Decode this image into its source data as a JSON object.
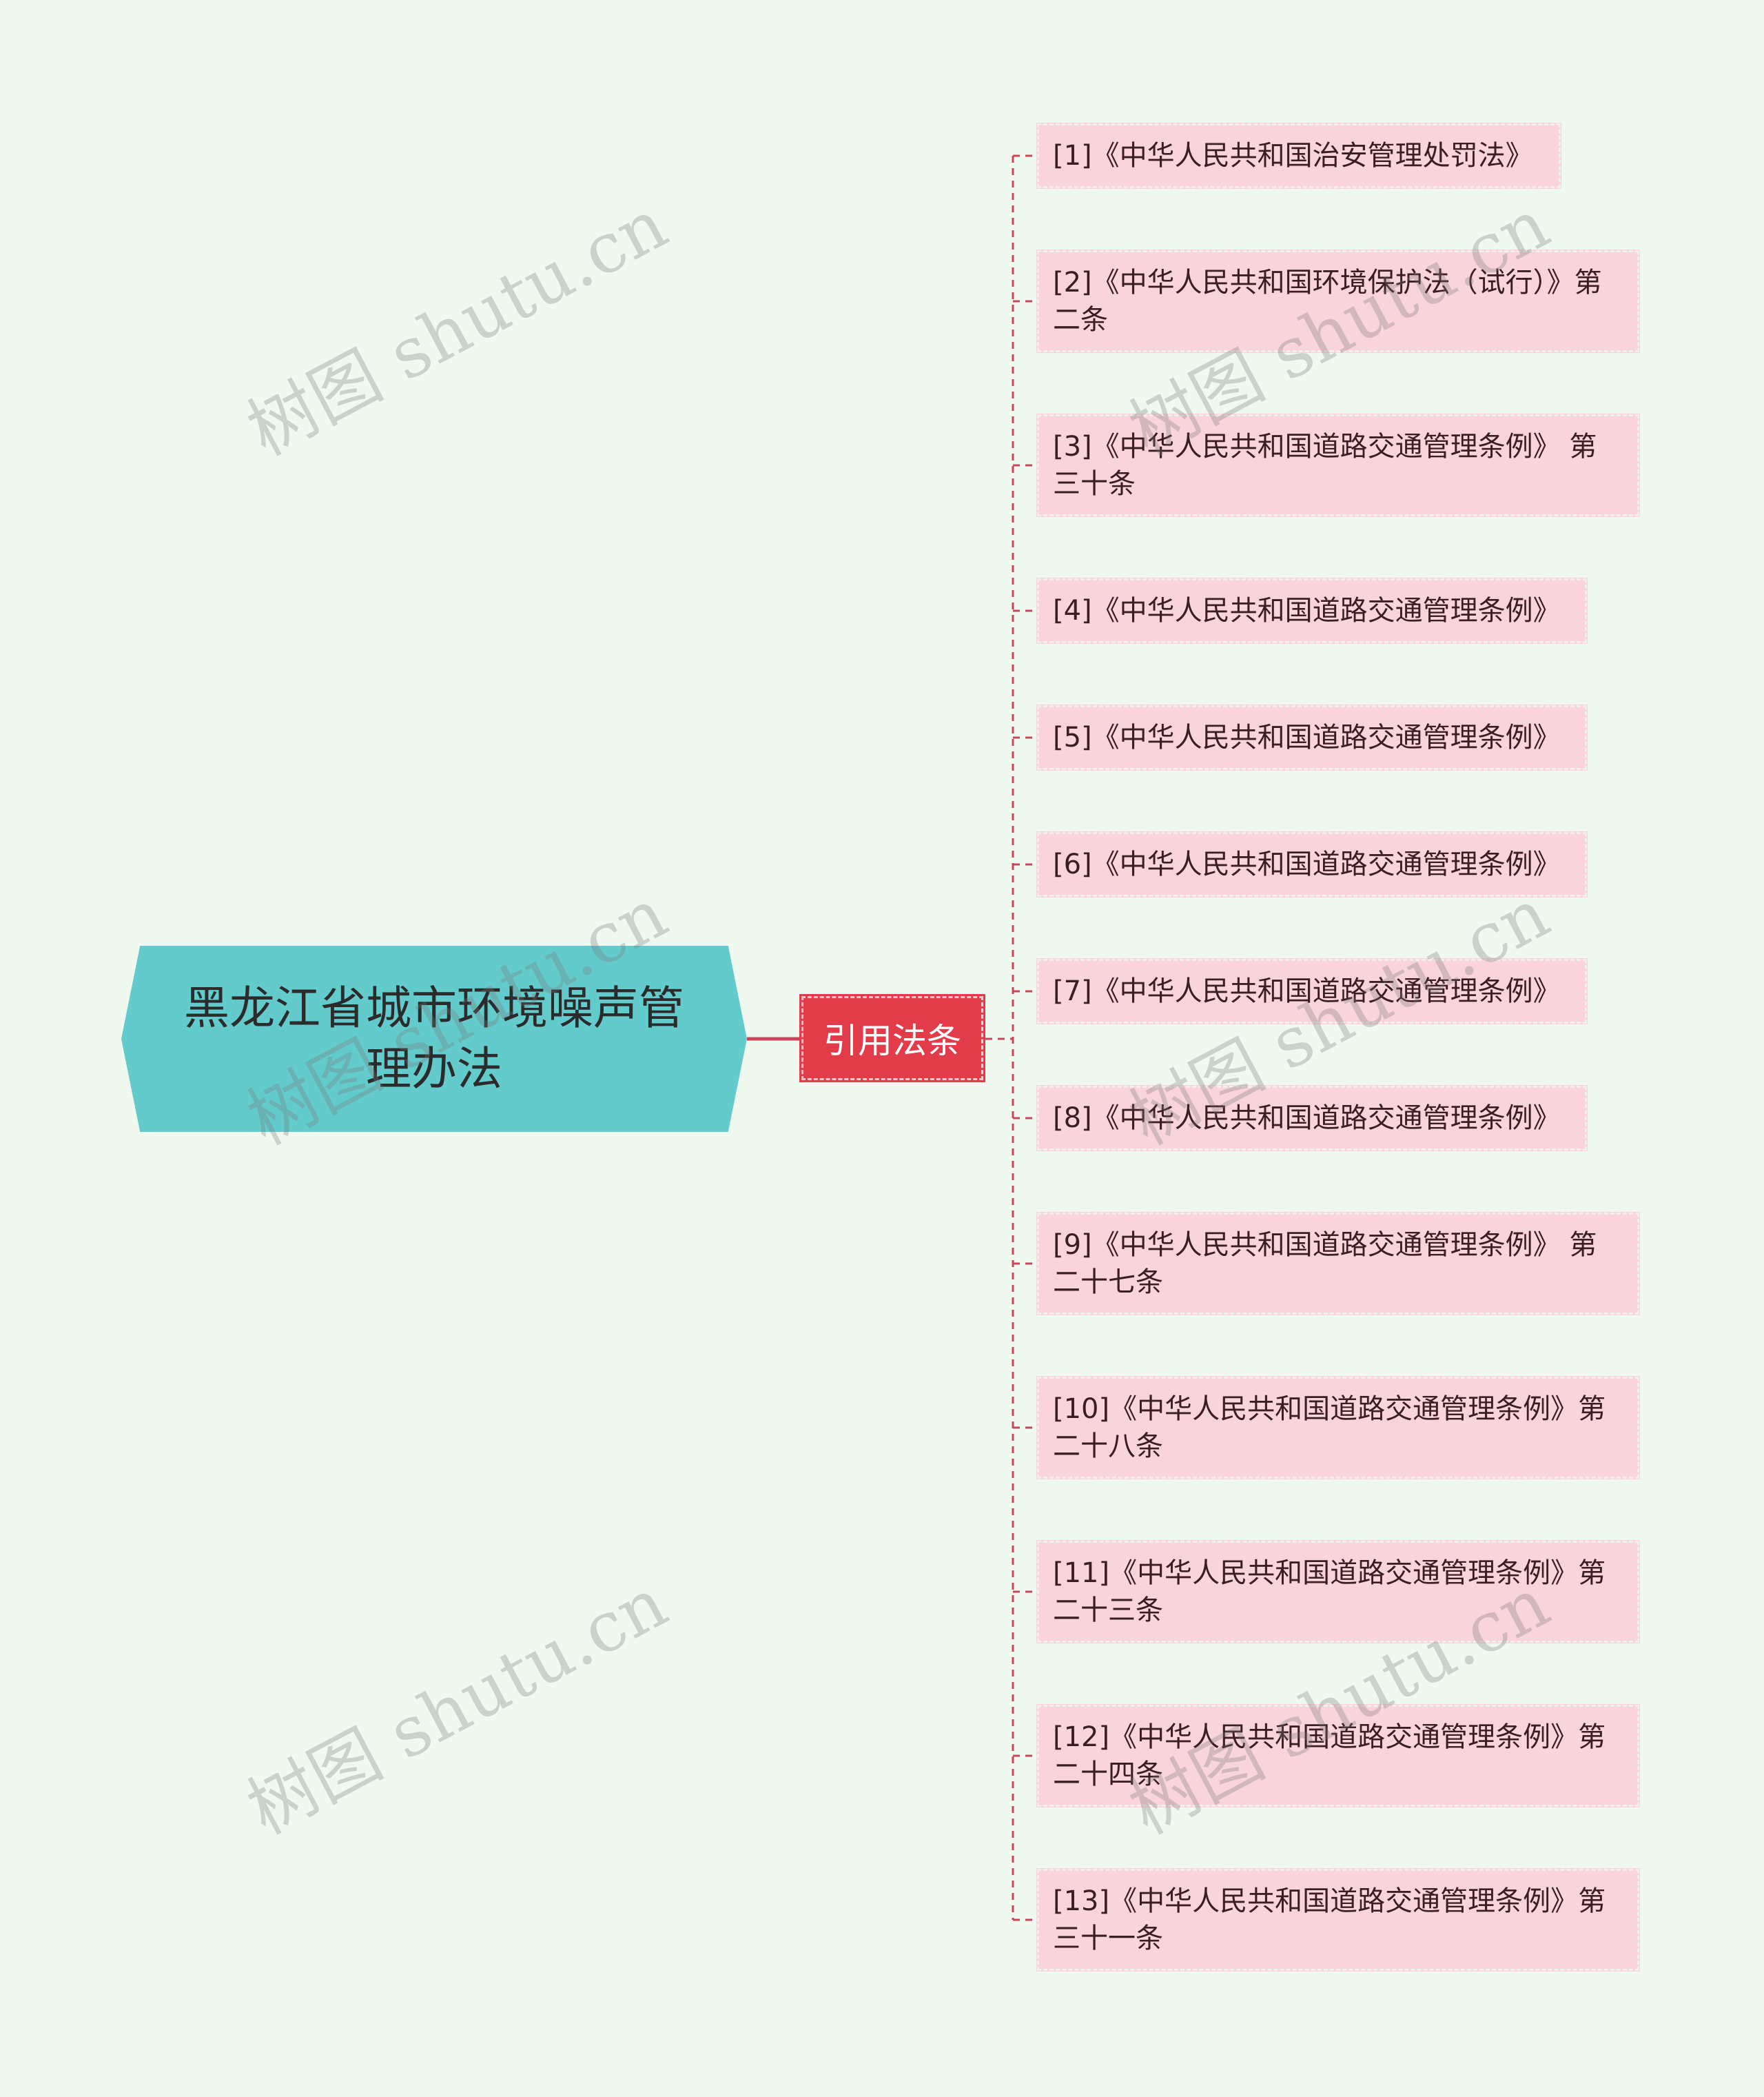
{
  "root": {
    "label": "黑龙江省城市环境噪声管理办法"
  },
  "branch": {
    "label": "引用法条"
  },
  "leaves": [
    "[1]《中华人民共和国治安管理处罚法》",
    "[2]《中华人民共和国环境保护法（试行）》第二条",
    "[3]《中华人民共和国道路交通管理条例》 第三十条",
    "[4]《中华人民共和国道路交通管理条例》",
    "[5]《中华人民共和国道路交通管理条例》",
    "[6]《中华人民共和国道路交通管理条例》",
    "[7]《中华人民共和国道路交通管理条例》",
    "[8]《中华人民共和国道路交通管理条例》",
    "[9]《中华人民共和国道路交通管理条例》 第二十七条",
    "[10]《中华人民共和国道路交通管理条例》第二十八条",
    "[11]《中华人民共和国道路交通管理条例》第二十三条",
    "[12]《中华人民共和国道路交通管理条例》第二十四条",
    "[13]《中华人民共和国道路交通管理条例》第三十一条"
  ],
  "watermark": "树图 shutu.cn",
  "colors": {
    "background": "#f0f9ef",
    "root_fill": "#63cbcc",
    "branch_fill": "#e23c4a",
    "leaf_fill": "#f9d5db",
    "connector": "#c9465a"
  }
}
